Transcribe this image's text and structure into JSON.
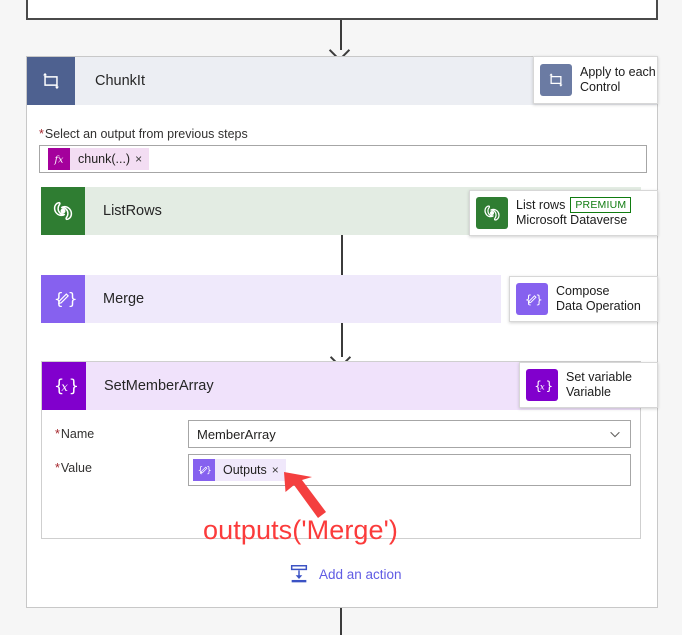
{
  "scope": {
    "title": "ChunkIt",
    "icon": "apply-to-each-icon",
    "flyout": {
      "title": "Apply to each",
      "subtitle": "Control"
    },
    "input_field": {
      "label": "Select an output from previous steps",
      "required_marker": "*",
      "token": {
        "icon": "fx-icon",
        "label": "chunk(...)",
        "remove": "×"
      }
    }
  },
  "actions": [
    {
      "name": "ListRows",
      "icon": "dataverse-icon",
      "flyout": {
        "title": "List rows",
        "badge": "PREMIUM",
        "subtitle": "Microsoft Dataverse"
      }
    },
    {
      "name": "Merge",
      "icon": "compose-icon",
      "flyout": {
        "title": "Compose",
        "subtitle": "Data Operation"
      }
    },
    {
      "name": "SetMemberArray",
      "icon": "set-variable-icon",
      "flyout": {
        "title": "Set variable",
        "subtitle": "Variable"
      }
    }
  ],
  "setvar_params": {
    "name": {
      "label": "Name",
      "required_marker": "*",
      "value": "MemberArray",
      "chevron": "chevron-down-icon"
    },
    "value": {
      "label": "Value",
      "required_marker": "*",
      "token": {
        "icon": "compose-icon",
        "label": "Outputs",
        "remove": "×"
      }
    }
  },
  "add_action": {
    "label": "Add an action",
    "icon": "insert-action-icon"
  },
  "annotation": {
    "text": "outputs('Merge')",
    "color": "#fb3b3b",
    "arrow": "red-arrow-pointing-up-left"
  },
  "colors": {
    "control_blue": "#4e6190",
    "dataverse_green": "#2f7d32",
    "compose_purple": "#8661ef",
    "variable_purple": "#8100cd",
    "premium_green": "#107c10",
    "link_purple": "#605ce4",
    "annotation_red": "#fb3b3b"
  }
}
